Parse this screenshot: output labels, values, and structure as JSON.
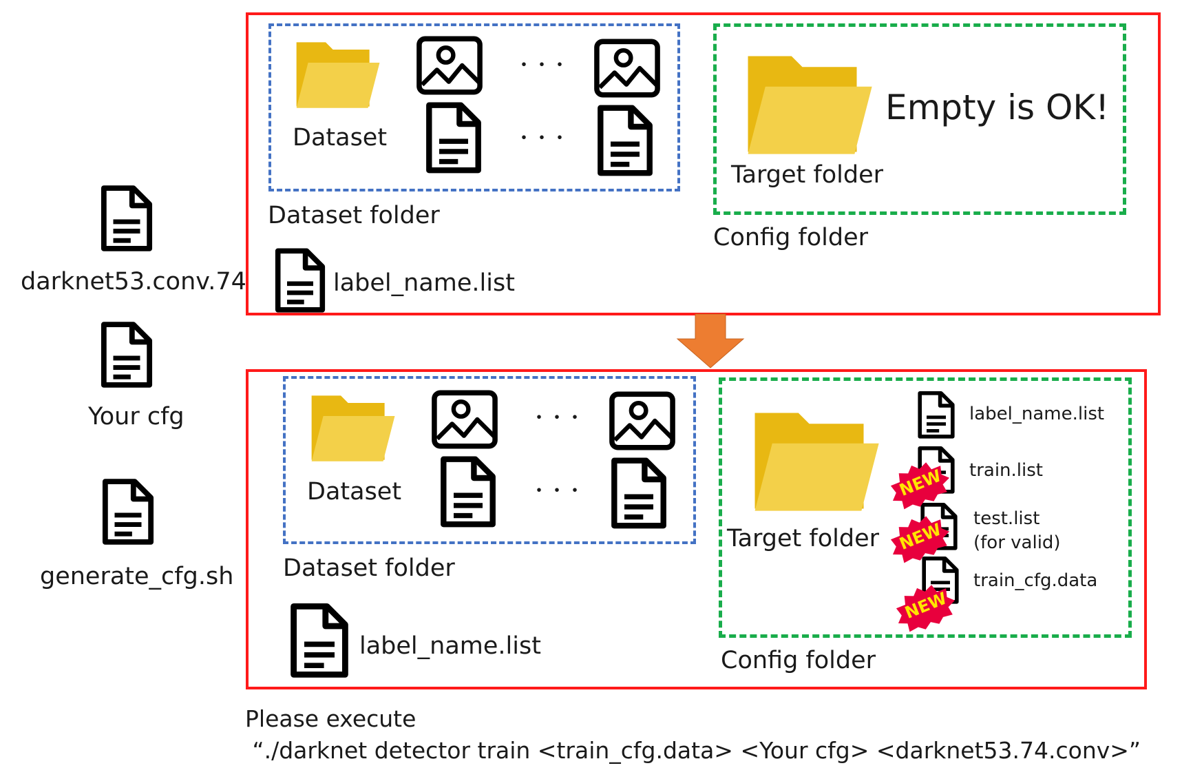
{
  "colors": {
    "red_box": "#ff1a1a",
    "dataset_box": "#4472c4",
    "config_box": "#19ad4b",
    "arrow": "#ed7d31",
    "folder": "#f0c419",
    "new_badge": "#e8003d",
    "new_text": "#ffe600"
  },
  "icons": {
    "folder": "folder-icon",
    "image": "image-icon",
    "document": "document-icon",
    "new_badge": "new-badge-icon",
    "arrow": "down-arrow-icon"
  },
  "left": {
    "weights_label": "darknet53.conv.74",
    "cfg_label": "Your cfg",
    "script_label": "generate_cfg.sh"
  },
  "before": {
    "dataset_label": "Dataset",
    "dataset_folder_label": "Dataset folder",
    "ellipsis": "・・・",
    "label_list": "label_name.list",
    "target_folder_label": "Target folder",
    "empty_note": "Empty is OK!",
    "config_folder_label": "Config folder"
  },
  "after": {
    "dataset_label": "Dataset",
    "dataset_folder_label": "Dataset folder",
    "ellipsis": "・・・",
    "label_list": "label_name.list",
    "target_folder_label": "Target folder",
    "config_folder_label": "Config folder",
    "files": [
      {
        "name": "label_name.list",
        "sub": "",
        "is_new": false
      },
      {
        "name": "train.list",
        "sub": "",
        "is_new": true
      },
      {
        "name": "test.list",
        "sub": "(for valid)",
        "is_new": true
      },
      {
        "name": "train_cfg.data",
        "sub": "",
        "is_new": true
      }
    ],
    "new_text": "NEW"
  },
  "instruction": {
    "line1": "Please execute",
    "line2": " “./darknet detector train <train_cfg.data> <Your cfg> <darknet53.74.conv>”"
  }
}
